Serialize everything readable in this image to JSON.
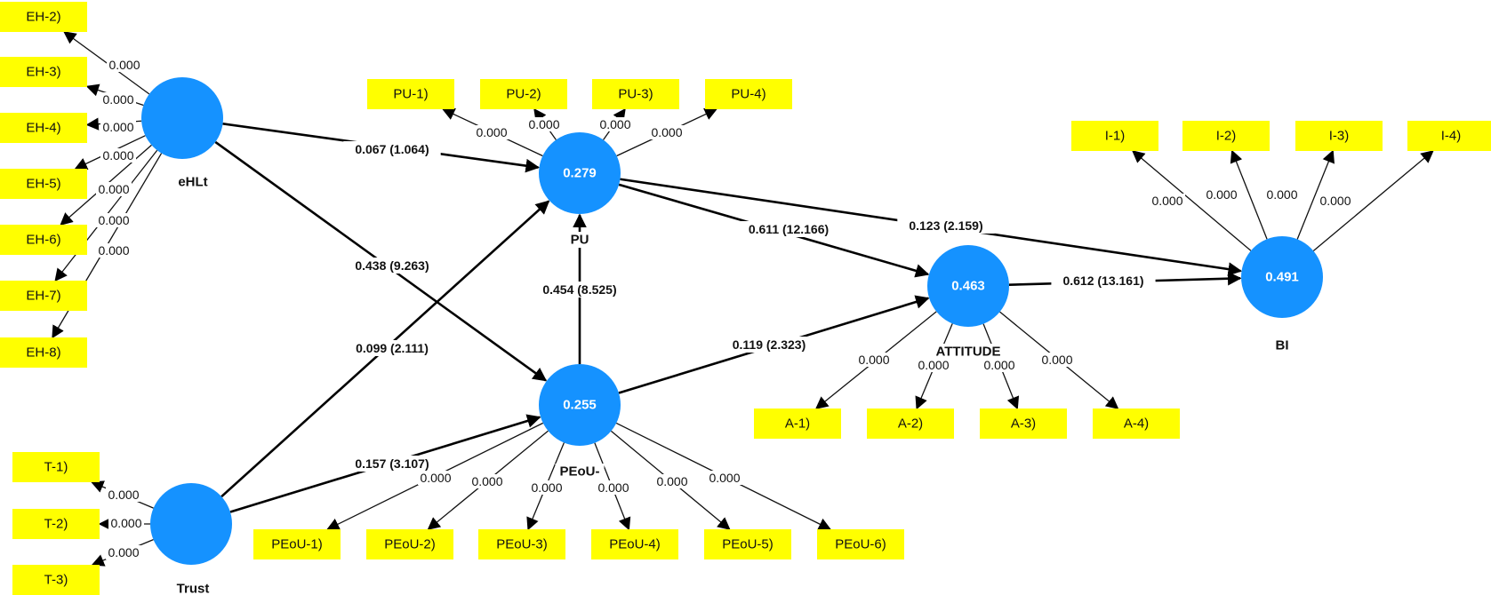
{
  "diagram": {
    "title": "",
    "colors": {
      "latent": "#1592ff",
      "indicator": "#ffff00",
      "edge": "#000000",
      "latent_text": "#ffffff"
    },
    "latents": [
      {
        "id": "eHLt",
        "name": "eHLt",
        "value": ""
      },
      {
        "id": "PU",
        "name": "PU",
        "value": "0.279"
      },
      {
        "id": "PEoU",
        "name": "PEoU-",
        "value": "0.255"
      },
      {
        "id": "Trust",
        "name": "Trust",
        "value": ""
      },
      {
        "id": "ATTITUDE",
        "name": "ATTITUDE",
        "value": "0.463"
      },
      {
        "id": "BI",
        "name": "BI",
        "value": "0.491"
      }
    ],
    "indicators": [
      {
        "id": "EH-2",
        "label": "EH-2)",
        "latent": "eHLt",
        "loading": "0.000"
      },
      {
        "id": "EH-3",
        "label": "EH-3)",
        "latent": "eHLt",
        "loading": "0.000"
      },
      {
        "id": "EH-4",
        "label": "EH-4)",
        "latent": "eHLt",
        "loading": "0.000"
      },
      {
        "id": "EH-5",
        "label": "EH-5)",
        "latent": "eHLt",
        "loading": "0.000"
      },
      {
        "id": "EH-6",
        "label": "EH-6)",
        "latent": "eHLt",
        "loading": "0.000"
      },
      {
        "id": "EH-7",
        "label": "EH-7)",
        "latent": "eHLt",
        "loading": "0.000"
      },
      {
        "id": "EH-8",
        "label": "EH-8)",
        "latent": "eHLt",
        "loading": "0.000"
      },
      {
        "id": "PU-1",
        "label": "PU-1)",
        "latent": "PU",
        "loading": "0.000"
      },
      {
        "id": "PU-2",
        "label": "PU-2)",
        "latent": "PU",
        "loading": "0.000"
      },
      {
        "id": "PU-3",
        "label": "PU-3)",
        "latent": "PU",
        "loading": "0.000"
      },
      {
        "id": "PU-4",
        "label": "PU-4)",
        "latent": "PU",
        "loading": "0.000"
      },
      {
        "id": "T-1",
        "label": "T-1)",
        "latent": "Trust",
        "loading": "0.000"
      },
      {
        "id": "T-2",
        "label": "T-2)",
        "latent": "Trust",
        "loading": "0.000"
      },
      {
        "id": "T-3",
        "label": "T-3)",
        "latent": "Trust",
        "loading": "0.000"
      },
      {
        "id": "PEoU-1",
        "label": "PEoU-1)",
        "latent": "PEoU",
        "loading": "0.000"
      },
      {
        "id": "PEoU-2",
        "label": "PEoU-2)",
        "latent": "PEoU",
        "loading": "0.000"
      },
      {
        "id": "PEoU-3",
        "label": "PEoU-3)",
        "latent": "PEoU",
        "loading": "0.000"
      },
      {
        "id": "PEoU-4",
        "label": "PEoU-4)",
        "latent": "PEoU",
        "loading": "0.000"
      },
      {
        "id": "PEoU-5",
        "label": "PEoU-5)",
        "latent": "PEoU",
        "loading": "0.000"
      },
      {
        "id": "PEoU-6",
        "label": "PEoU-6)",
        "latent": "PEoU",
        "loading": "0.000"
      },
      {
        "id": "A-1",
        "label": "A-1)",
        "latent": "ATTITUDE",
        "loading": "0.000"
      },
      {
        "id": "A-2",
        "label": "A-2)",
        "latent": "ATTITUDE",
        "loading": "0.000"
      },
      {
        "id": "A-3",
        "label": "A-3)",
        "latent": "ATTITUDE",
        "loading": "0.000"
      },
      {
        "id": "A-4",
        "label": "A-4)",
        "latent": "ATTITUDE",
        "loading": "0.000"
      },
      {
        "id": "I-1",
        "label": "I-1)",
        "latent": "BI",
        "loading": "0.000"
      },
      {
        "id": "I-2",
        "label": "I-2)",
        "latent": "BI",
        "loading": "0.000"
      },
      {
        "id": "I-3",
        "label": "I-3)",
        "latent": "BI",
        "loading": "0.000"
      },
      {
        "id": "I-4",
        "label": "I-4)",
        "latent": "BI",
        "loading": "0.000"
      }
    ],
    "paths": [
      {
        "from": "eHLt",
        "to": "PU",
        "label": "0.067 (1.064)"
      },
      {
        "from": "eHLt",
        "to": "PEoU",
        "label": "0.438 (9.263)"
      },
      {
        "from": "Trust",
        "to": "PU",
        "label": "0.099 (2.111)"
      },
      {
        "from": "Trust",
        "to": "PEoU",
        "label": "0.157 (3.107)"
      },
      {
        "from": "PEoU",
        "to": "PU",
        "label": "0.454 (8.525)"
      },
      {
        "from": "PU",
        "to": "ATTITUDE",
        "label": "0.611 (12.166)"
      },
      {
        "from": "PU",
        "to": "BI",
        "label": "0.123 (2.159)"
      },
      {
        "from": "PEoU",
        "to": "ATTITUDE",
        "label": "0.119 (2.323)"
      },
      {
        "from": "ATTITUDE",
        "to": "BI",
        "label": "0.612 (13.161)"
      }
    ]
  }
}
